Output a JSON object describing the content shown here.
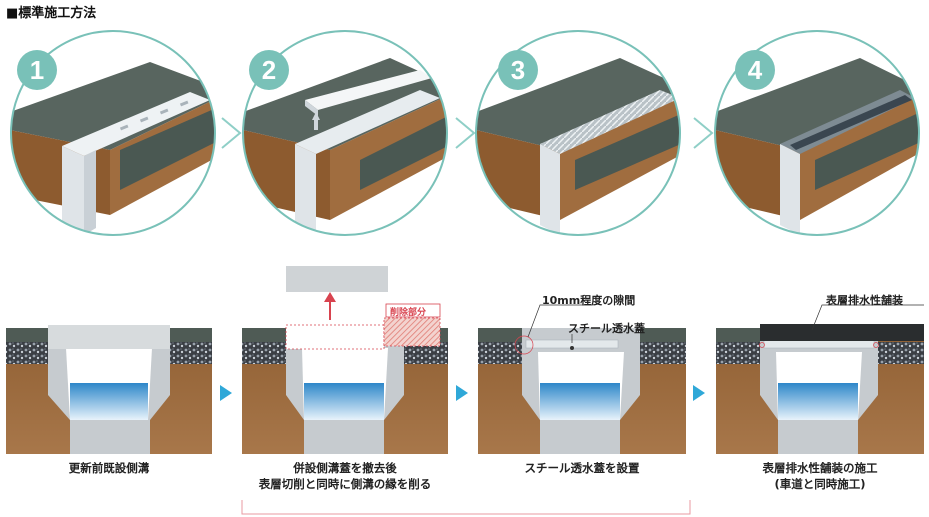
{
  "title": "■標準施工方法",
  "steps": [
    {
      "number": "1",
      "caption_lines": [
        "更新前既設側溝"
      ]
    },
    {
      "number": "2",
      "caption_lines": [
        "併設側溝蓋を撤去後",
        "表層切削と同時に側溝の縁を削る"
      ]
    },
    {
      "number": "3",
      "caption_lines": [
        "スチール透水蓋を設置"
      ]
    },
    {
      "number": "4",
      "caption_lines": [
        "表層排水性舗装の施工",
        "(車道と同時施工)"
      ]
    }
  ],
  "labels": {
    "removed_part": "削除部分",
    "gap": "10mm程度の隙間",
    "steel_cover": "スチール透水蓋",
    "porous_pavement": "表層排水性舗装"
  },
  "colors": {
    "teal": "#79c1b8",
    "arrow_blue": "#2fa8d8",
    "red": "#d8434f",
    "soil": "#9b6b3c",
    "asphalt": "#4f5b55"
  }
}
